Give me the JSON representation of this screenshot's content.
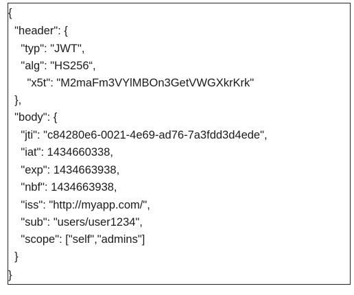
{
  "document": {
    "lines": [
      "{",
      "  \"header\": {",
      "    \"typ\": \"JWT\",",
      "    \"alg\": \"HS256“,",
      "      \"x5t\": \"M2maFm3VYlMBOn3GetVWGXkrKrk\"",
      "  },",
      "  \"body\": {",
      "    \"jti\": \"c84280e6-0021-4e69-ad76-7a3fdd3d4ede\",",
      "    \"iat\": 1434660338,",
      "    \"exp\": 1434663938,",
      "    \"nbf\": 1434663938,",
      "    \"iss\": \"http://myapp.com/\",",
      "    \"sub\": \"users/user1234\",",
      "    \"scope\": [\"self\",\"admins\"]",
      "  }",
      "}"
    ]
  }
}
